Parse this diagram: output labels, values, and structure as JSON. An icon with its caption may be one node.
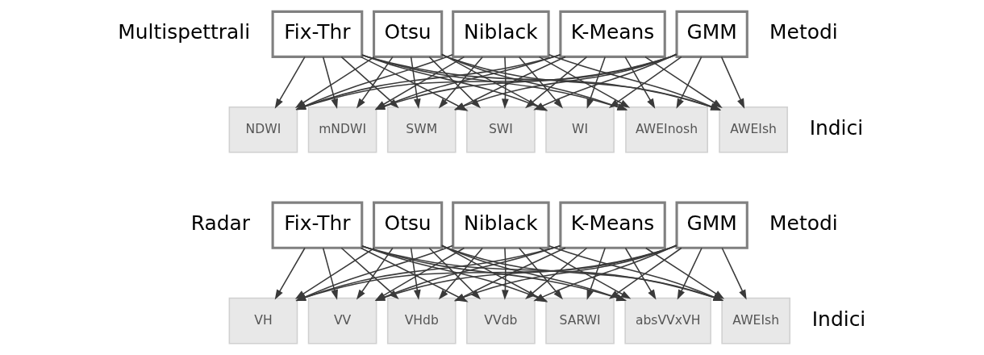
{
  "diagram": {
    "nodes": [
      {
        "text": [
          "Fix-Thr"
        ]
      },
      {
        "text": [
          "Otsu"
        ]
      },
      {
        "text": [
          "Niblack"
        ]
      },
      {
        "text": [
          "K-Means"
        ]
      },
      {
        "text": [
          "GMM"
        ]
      },
      {
        "text": [
          "NDWI"
        ]
      },
      {
        "text": [
          "mNDWI"
        ]
      },
      {
        "text": [
          "SWM"
        ]
      },
      {
        "text": [
          "SWI"
        ]
      },
      {
        "text": [
          "WI"
        ]
      },
      {
        "text": [
          "AWEInosh"
        ]
      },
      {
        "text": [
          "AWEIsh"
        ]
      },
      {
        "text": [
          "Fix-Thr"
        ]
      },
      {
        "text": [
          "Otsu"
        ]
      },
      {
        "text": [
          "Niblack"
        ]
      },
      {
        "text": [
          "K-Means"
        ]
      },
      {
        "text": [
          "GMM"
        ]
      },
      {
        "text": [
          "VH"
        ]
      },
      {
        "text": [
          "VV"
        ]
      },
      {
        "text": [
          "VHdb"
        ]
      },
      {
        "text": [
          "VVdb"
        ]
      },
      {
        "text": [
          "SARWI"
        ]
      },
      {
        "text": [
          "absVVxVH"
        ]
      },
      {
        "text": [
          "AWEIsh"
        ]
      }
    ],
    "edges": [
      {
        "from": 0,
        "to": 5,
        "arrow": "to"
      },
      {
        "from": 0,
        "to": 6,
        "arrow": "to"
      },
      {
        "from": 0,
        "to": 7,
        "arrow": "to"
      },
      {
        "from": 0,
        "to": 8,
        "arrow": "to"
      },
      {
        "from": 0,
        "to": 9,
        "arrow": "to"
      },
      {
        "from": 0,
        "to": 10,
        "arrow": "to"
      },
      {
        "from": 0,
        "to": 11,
        "arrow": "to"
      },
      {
        "from": 1,
        "to": 5,
        "arrow": "to"
      },
      {
        "from": 1,
        "to": 6,
        "arrow": "to"
      },
      {
        "from": 1,
        "to": 7,
        "arrow": "to"
      },
      {
        "from": 1,
        "to": 8,
        "arrow": "to"
      },
      {
        "from": 1,
        "to": 9,
        "arrow": "to"
      },
      {
        "from": 1,
        "to": 10,
        "arrow": "to"
      },
      {
        "from": 1,
        "to": 11,
        "arrow": "to"
      },
      {
        "from": 2,
        "to": 5,
        "arrow": "to"
      },
      {
        "from": 2,
        "to": 6,
        "arrow": "to"
      },
      {
        "from": 2,
        "to": 7,
        "arrow": "to"
      },
      {
        "from": 2,
        "to": 8,
        "arrow": "to"
      },
      {
        "from": 2,
        "to": 9,
        "arrow": "to"
      },
      {
        "from": 2,
        "to": 10,
        "arrow": "to"
      },
      {
        "from": 2,
        "to": 11,
        "arrow": "to"
      },
      {
        "from": 3,
        "to": 5,
        "arrow": "to"
      },
      {
        "from": 3,
        "to": 6,
        "arrow": "to"
      },
      {
        "from": 3,
        "to": 7,
        "arrow": "to"
      },
      {
        "from": 3,
        "to": 8,
        "arrow": "to"
      },
      {
        "from": 3,
        "to": 9,
        "arrow": "to"
      },
      {
        "from": 3,
        "to": 10,
        "arrow": "to"
      },
      {
        "from": 3,
        "to": 11,
        "arrow": "to"
      },
      {
        "from": 4,
        "to": 5,
        "arrow": "to"
      },
      {
        "from": 4,
        "to": 6,
        "arrow": "to"
      },
      {
        "from": 4,
        "to": 7,
        "arrow": "to"
      },
      {
        "from": 4,
        "to": 8,
        "arrow": "to"
      },
      {
        "from": 4,
        "to": 9,
        "arrow": "to"
      },
      {
        "from": 4,
        "to": 10,
        "arrow": "to"
      },
      {
        "from": 4,
        "to": 11,
        "arrow": "to"
      },
      {
        "from": 12,
        "to": 17,
        "arrow": "to"
      },
      {
        "from": 12,
        "to": 18,
        "arrow": "to"
      },
      {
        "from": 12,
        "to": 19,
        "arrow": "to"
      },
      {
        "from": 12,
        "to": 20,
        "arrow": "to"
      },
      {
        "from": 12,
        "to": 21,
        "arrow": "to"
      },
      {
        "from": 12,
        "to": 22,
        "arrow": "to"
      },
      {
        "from": 12,
        "to": 23,
        "arrow": "to"
      },
      {
        "from": 13,
        "to": 17,
        "arrow": "to"
      },
      {
        "from": 13,
        "to": 18,
        "arrow": "to"
      },
      {
        "from": 13,
        "to": 19,
        "arrow": "to"
      },
      {
        "from": 13,
        "to": 20,
        "arrow": "to"
      },
      {
        "from": 13,
        "to": 21,
        "arrow": "to"
      },
      {
        "from": 13,
        "to": 22,
        "arrow": "to"
      },
      {
        "from": 13,
        "to": 23,
        "arrow": "to"
      },
      {
        "from": 14,
        "to": 17,
        "arrow": "to"
      },
      {
        "from": 14,
        "to": 18,
        "arrow": "to"
      },
      {
        "from": 14,
        "to": 19,
        "arrow": "to"
      },
      {
        "from": 14,
        "to": 20,
        "arrow": "to"
      },
      {
        "from": 14,
        "to": 21,
        "arrow": "to"
      },
      {
        "from": 14,
        "to": 22,
        "arrow": "to"
      },
      {
        "from": 14,
        "to": 23,
        "arrow": "to"
      },
      {
        "from": 15,
        "to": 17,
        "arrow": "to"
      },
      {
        "from": 15,
        "to": 18,
        "arrow": "to"
      },
      {
        "from": 15,
        "to": 19,
        "arrow": "to"
      },
      {
        "from": 15,
        "to": 20,
        "arrow": "to"
      },
      {
        "from": 15,
        "to": 21,
        "arrow": "to"
      },
      {
        "from": 15,
        "to": 22,
        "arrow": "to"
      },
      {
        "from": 15,
        "to": 23,
        "arrow": "to"
      },
      {
        "from": 16,
        "to": 17,
        "arrow": "to"
      },
      {
        "from": 16,
        "to": 18,
        "arrow": "to"
      },
      {
        "from": 16,
        "to": 19,
        "arrow": "to"
      },
      {
        "from": 16,
        "to": 20,
        "arrow": "to"
      },
      {
        "from": 16,
        "to": 21,
        "arrow": "to"
      },
      {
        "from": 16,
        "to": 22,
        "arrow": "to"
      },
      {
        "from": 16,
        "to": 23,
        "arrow": "to"
      }
    ],
    "labels": [
      "Multispettrali",
      "Metodi",
      "Indici",
      "Radar",
      "Metodi",
      "Indici"
    ]
  }
}
